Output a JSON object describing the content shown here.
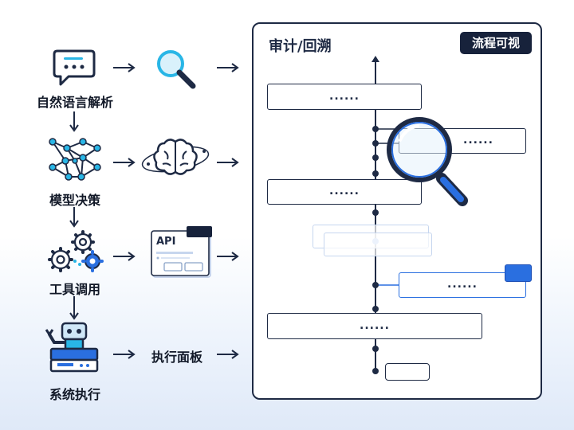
{
  "pipeline": {
    "steps": [
      {
        "label": "自然语言解析",
        "icon": "chat-bubble-icon",
        "tool_icon": "magnifier-icon"
      },
      {
        "label": "模型决策",
        "icon": "neural-network-icon",
        "tool_icon": "brain-icon"
      },
      {
        "label": "工具调用",
        "icon": "gears-icon",
        "tool_label": "API"
      },
      {
        "label": "系统执行",
        "icon": "robot-icon",
        "tool_label": "执行面板"
      }
    ]
  },
  "panel": {
    "title": "审计/回溯",
    "badge": "流程可视",
    "entries": [
      {
        "text": "......"
      },
      {
        "text": "......"
      },
      {
        "text": "......"
      },
      {
        "text": "......"
      },
      {
        "text": "......"
      }
    ]
  },
  "colors": {
    "navy": "#1e2a44",
    "accent_blue": "#2a6fe0",
    "cyan": "#29b6e6"
  }
}
